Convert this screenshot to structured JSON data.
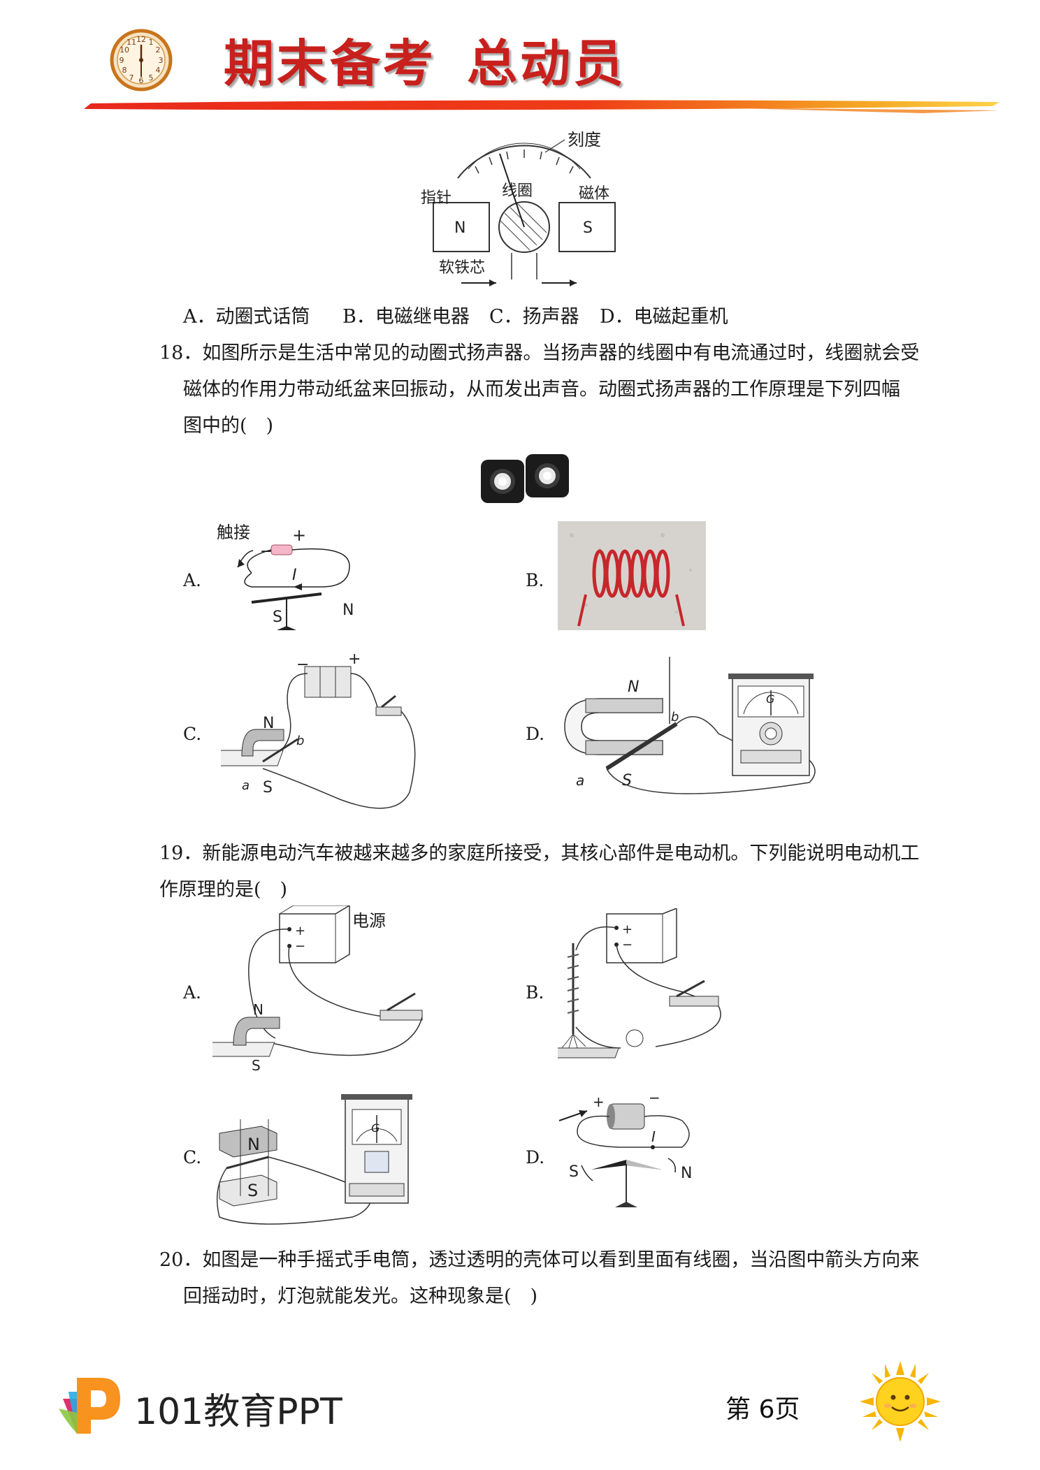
{
  "header": {
    "title_part1": "期末备考",
    "title_part2": "总动员",
    "clock_numbers": [
      "12",
      "1",
      "2",
      "3",
      "4",
      "5",
      "6",
      "7",
      "8",
      "9",
      "10",
      "11"
    ]
  },
  "fig17": {
    "scale_label": "刻度",
    "pointer_label": "指针",
    "coil_label": "线圈",
    "magnet_label": "磁体",
    "core_label": "软铁芯",
    "n_label": "N",
    "s_label": "S"
  },
  "q17_options": {
    "a": "A．动圈式话筒",
    "b": "B．电磁继电器",
    "c": "C．扬声器",
    "d": "D．电磁起重机"
  },
  "q18": {
    "line1": "18．如图所示是生活中常见的动圈式扬声器。当扬声器的线圈中有电流通过时，线圈就会受",
    "line2": "磁体的作用力带动纸盆来回振动，从而发出声音。动圈式扬声器的工作原理是下列四幅",
    "line3": "图中的(　)",
    "opt_a": "A.",
    "opt_b": "B.",
    "opt_c": "C.",
    "opt_d": "D.",
    "fig_a_touch": "触接",
    "fig_a_minus": "−",
    "fig_a_plus": "+",
    "fig_a_current": "I",
    "fig_a_s": "S",
    "fig_a_n": "N",
    "fig_c_n": "N",
    "fig_c_s": "S",
    "fig_c_a": "a",
    "fig_c_b": "b",
    "fig_c_minus": "−",
    "fig_c_plus": "+",
    "fig_d_n": "N",
    "fig_d_s": "S",
    "fig_d_a": "a",
    "fig_d_b": "b",
    "fig_d_g": "G"
  },
  "q19": {
    "line1": "19．新能源电动汽车被越来越多的家庭所接受，其核心部件是电动机。下列能说明电动机工",
    "line2": "作原理的是(　)",
    "opt_a": "A.",
    "opt_b": "B.",
    "opt_c": "C.",
    "opt_d": "D.",
    "fig_a_power": "电源",
    "fig_a_n": "N",
    "fig_a_s": "S",
    "fig_a_plus": "+",
    "fig_a_minus": "−",
    "fig_b_plus": "+",
    "fig_b_minus": "−",
    "fig_c_n": "N",
    "fig_c_s": "S",
    "fig_c_g": "G",
    "fig_d_plus": "+",
    "fig_d_minus": "−",
    "fig_d_current": "I",
    "fig_d_s": "S",
    "fig_d_n": "N"
  },
  "q20": {
    "line1": "20．如图是一种手摇式手电筒，透过透明的壳体可以看到里面有线圈，当沿图中箭头方向来",
    "line2": "回摇动时，灯泡就能发光。这种现象是(　)"
  },
  "footer": {
    "brand": "101教育PPT",
    "page": "第 6页"
  }
}
